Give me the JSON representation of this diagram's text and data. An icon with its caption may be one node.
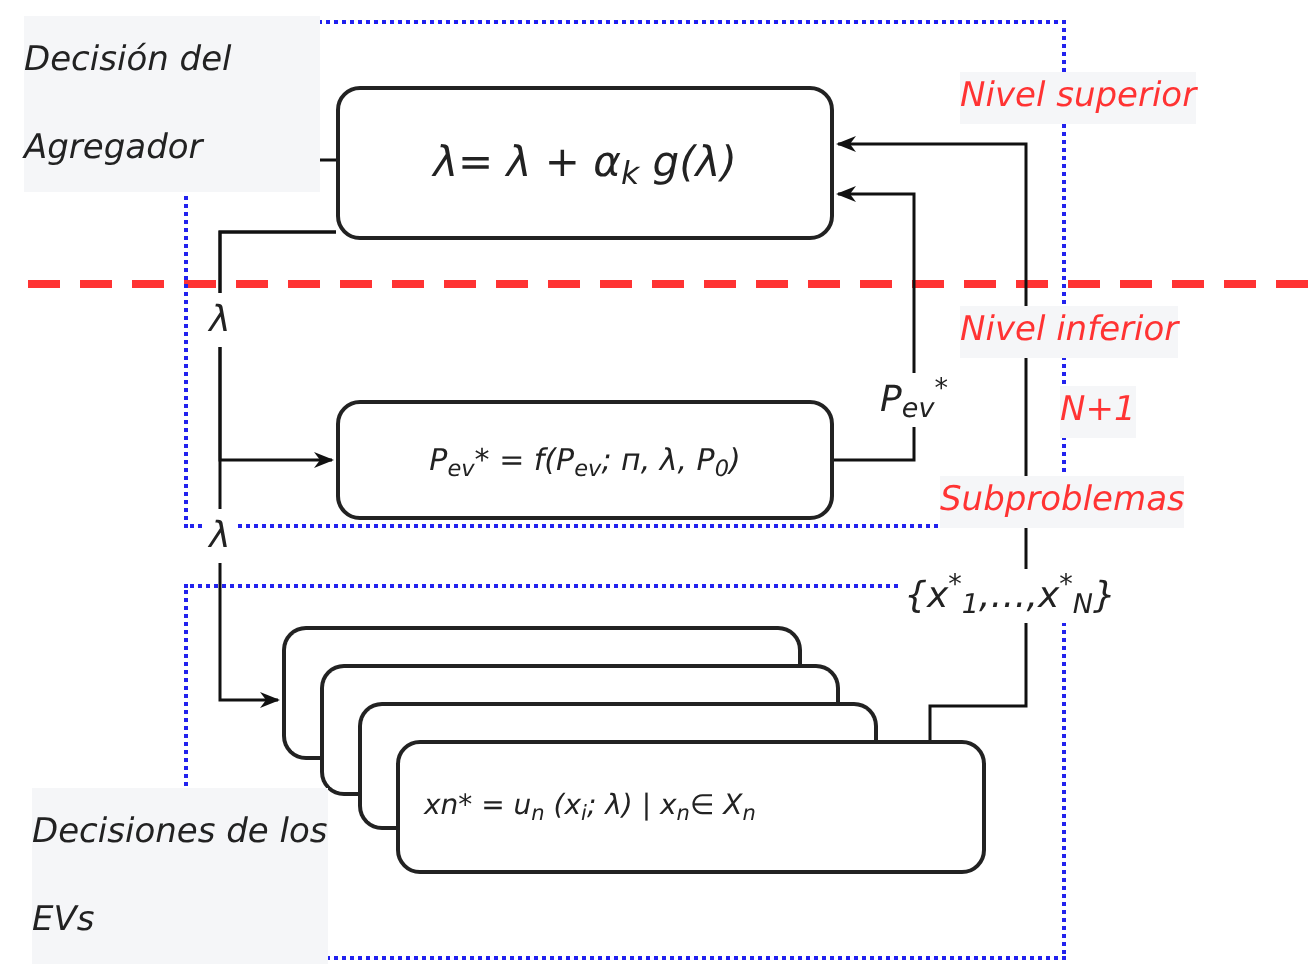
{
  "diagram": {
    "nodes": [
      {
        "text": [
          "Decisión del Agregador"
        ]
      },
      {
        "text": [
          "λ= λ + α$_{k}$ g(λ)"
        ],
        "in": 0
      },
      {
        "text": [
          "P$_{ev}$* = f(P$_{ev}$; п, λ, P$_{0}$)"
        ],
        "in": 0
      },
      {
        "text": [
          "Decisiones de los EVs"
        ]
      },
      {
        "text": [],
        "shape": "box",
        "in": 3
      },
      {
        "text": [],
        "shape": "box",
        "in": 3
      },
      {
        "text": [],
        "shape": "box",
        "in": 3
      },
      {
        "text": [
          "xn* = u$_{n}$ (x$_{i}$; λ) | x$_{n}$∈ X$_{n}$"
        ],
        "in": 3
      }
    ],
    "edges": [
      {
        "from": 1,
        "to": 2,
        "label": "λ",
        "arrow": "to"
      },
      {
        "from": 1,
        "to": 4,
        "label": "λ",
        "arrow": "to"
      },
      {
        "from": 2,
        "to": 1,
        "label": "P$_{ev}$$^{*}$",
        "arrow": "to"
      },
      {
        "from": 7,
        "to": 1,
        "label": "{x$^{*}$$_{1}$,…,x$^{*}$$_{N}$}",
        "arrow": "to"
      }
    ],
    "labels": [
      "Nivel superior",
      "Nivel inferior",
      "N+1",
      "Subproblemas"
    ]
  }
}
